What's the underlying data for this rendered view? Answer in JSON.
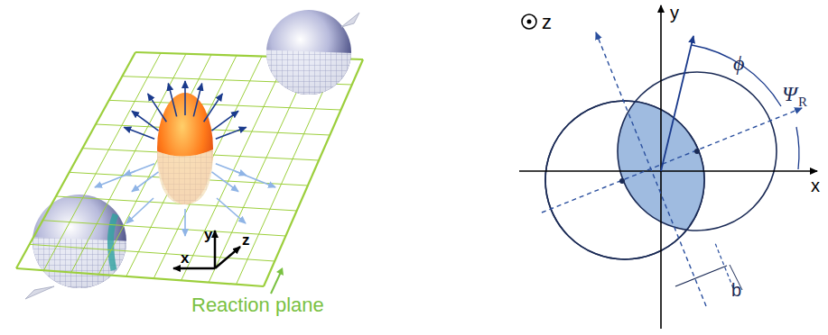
{
  "diagram": {
    "labels": [
      "y",
      "z",
      "x",
      "Reaction plane",
      "z",
      "y",
      "x",
      "ϕ",
      "Ψ",
      "R",
      "b"
    ]
  }
}
